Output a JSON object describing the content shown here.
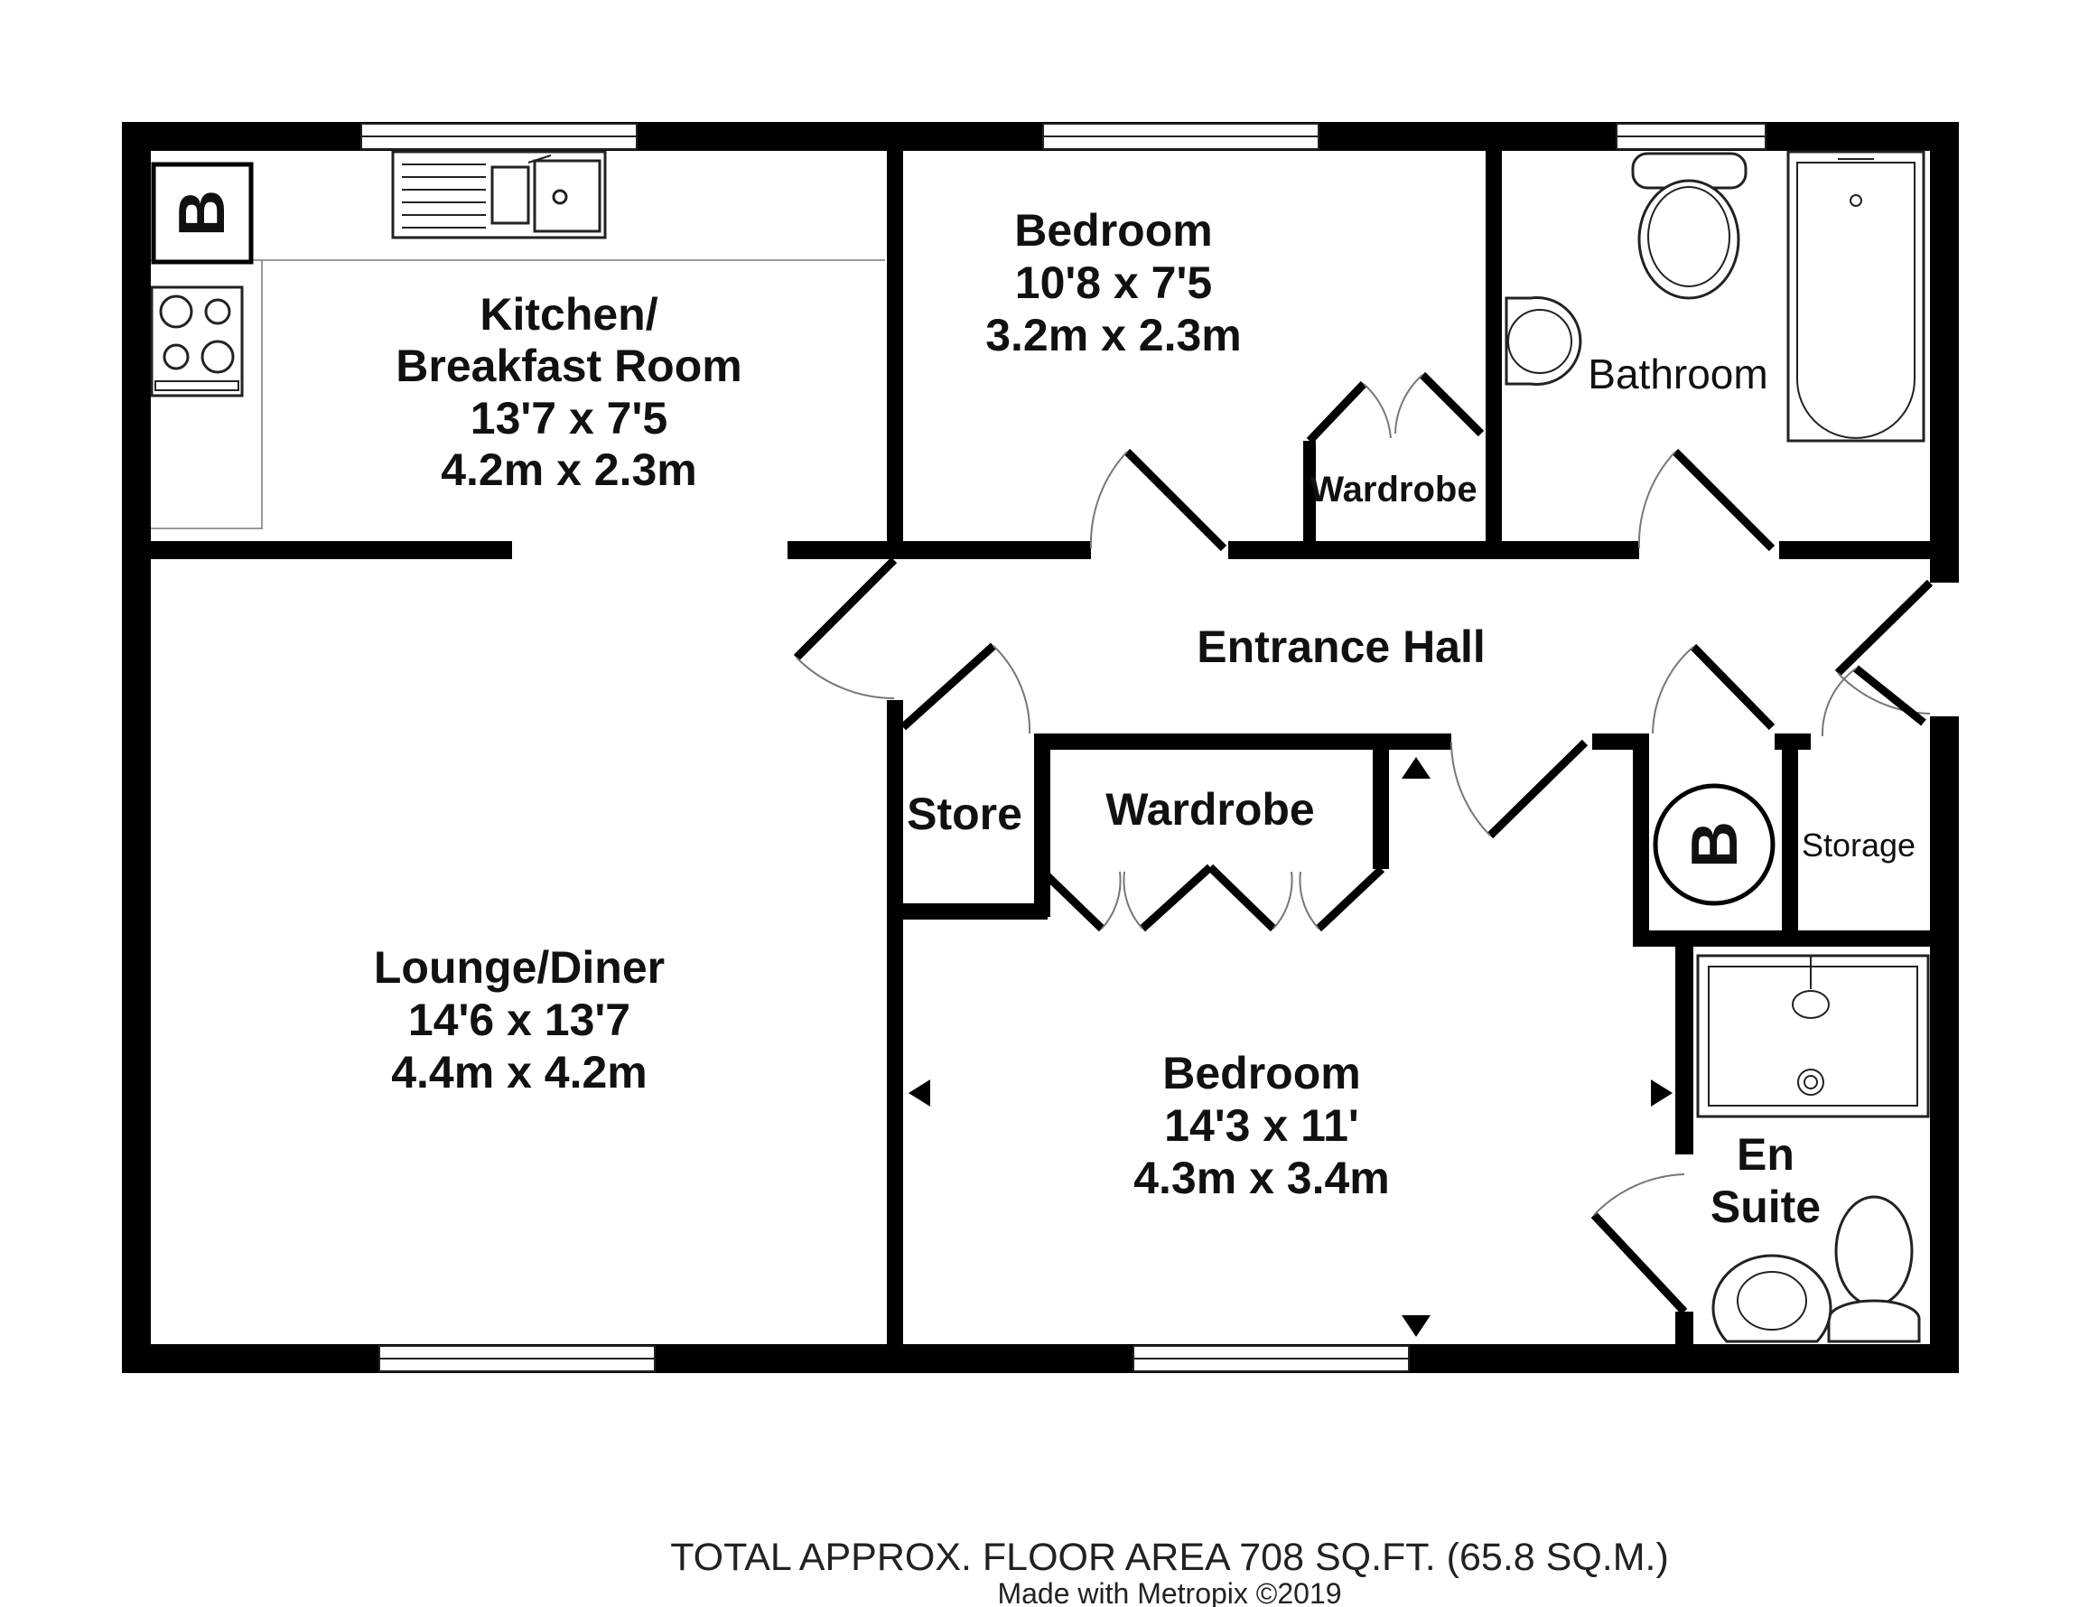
{
  "rooms": {
    "kitchen": {
      "name_line1": "Kitchen/",
      "name_line2": "Breakfast Room",
      "imperial": "13'7 x 7'5",
      "metric": "4.2m x 2.3m"
    },
    "bedroom_top": {
      "name": "Bedroom",
      "imperial": "10'8 x 7'5",
      "metric": "3.2m x 2.3m"
    },
    "bathroom": {
      "name": "Bathroom"
    },
    "wardrobe_top": {
      "name": "Wardrobe"
    },
    "entrance_hall": {
      "name": "Entrance Hall"
    },
    "lounge": {
      "name": "Lounge/Diner",
      "imperial": "14'6 x 13'7",
      "metric": "4.4m x 4.2m"
    },
    "store": {
      "name": "Store"
    },
    "wardrobe_main": {
      "name": "Wardrobe"
    },
    "storage": {
      "name": "Storage"
    },
    "bedroom_main": {
      "name": "Bedroom",
      "imperial": "14'3 x 11'",
      "metric": "4.3m x 3.4m"
    },
    "ensuite": {
      "name_line1": "En",
      "name_line2": "Suite"
    }
  },
  "boiler_marks": {
    "kitchen": "B",
    "hall": "B"
  },
  "footer": {
    "area": "TOTAL APPROX. FLOOR AREA 708 SQ.FT. (65.8 SQ.M.)",
    "credit": "Made with Metropix ©2019"
  }
}
